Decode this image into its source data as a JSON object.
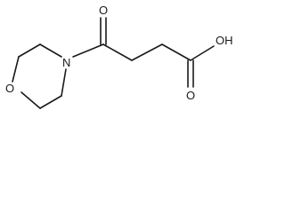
{
  "structure": {
    "atoms": [
      {
        "id": "ring_n",
        "element": "N",
        "label": "N"
      },
      {
        "id": "ring_o",
        "element": "O",
        "label": "O"
      },
      {
        "id": "ketone_o",
        "element": "O",
        "label": "O"
      },
      {
        "id": "acid_oh",
        "element": "O",
        "label": "OH"
      },
      {
        "id": "acid_o",
        "element": "O",
        "label": "O"
      }
    ]
  }
}
